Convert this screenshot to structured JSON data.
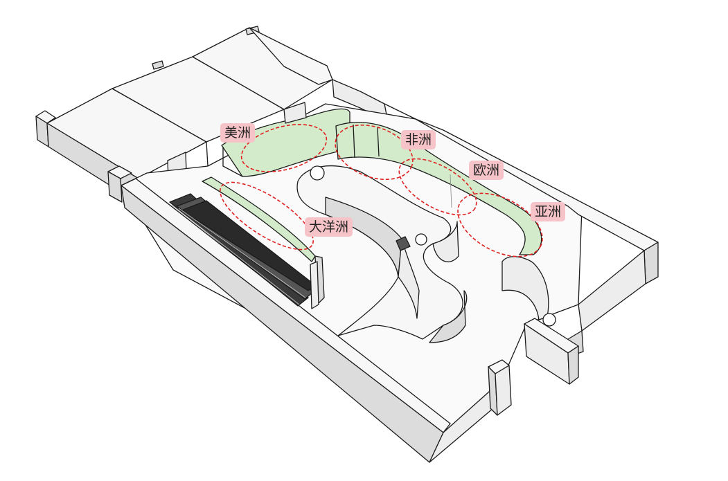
{
  "labels": {
    "americas": "美洲",
    "africa": "非洲",
    "europe": "欧洲",
    "asia": "亚洲",
    "oceania": "大洋洲"
  },
  "colors": {
    "line": "#1a1a1a",
    "top_face": "#f7f7f7",
    "side_face": "#dcdcdc",
    "wall_light": "#ededed",
    "green": "#d3ebcb",
    "highlight_ellipse": "#e02020",
    "label_bg": "#f6c4c8"
  }
}
